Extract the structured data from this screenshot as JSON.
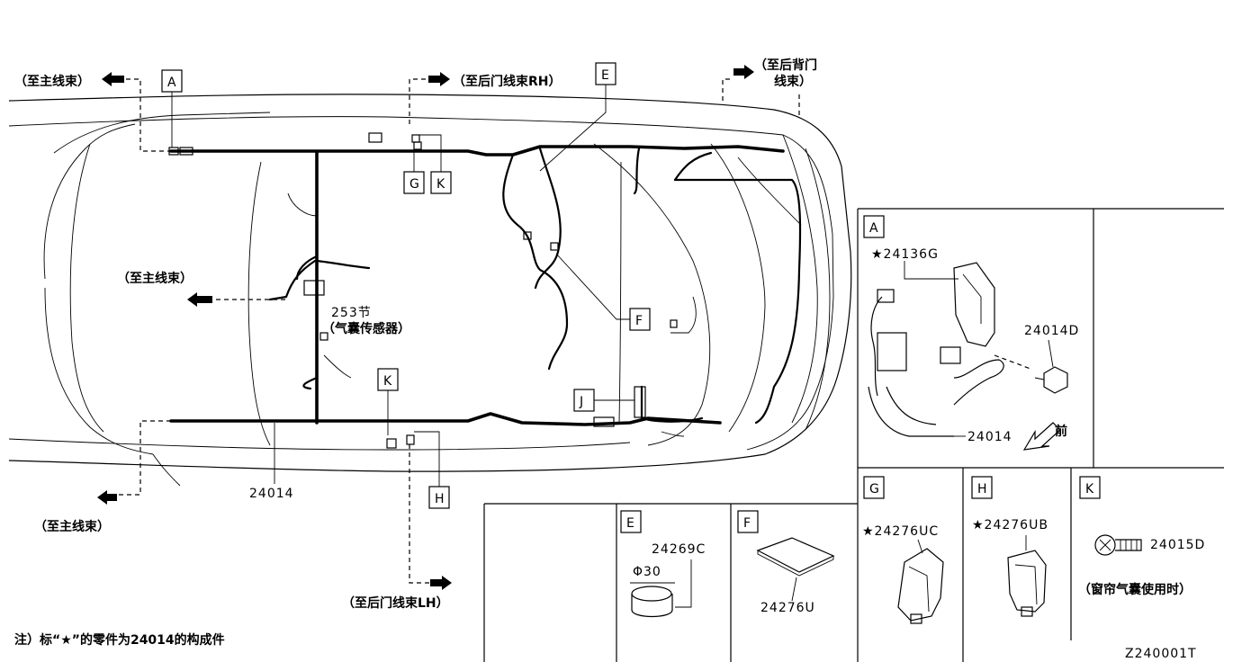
{
  "labels": {
    "to_main_top": "（至主线束）",
    "to_rear_door_rh": "（至后门线束RH）",
    "to_back_door_line1": "（至后背门",
    "to_back_door_line2": "线束）",
    "to_main_mid": "（至主线束）",
    "sensor_line1": "253节",
    "sensor_line2": "（气囊传感器）",
    "to_main_bottom": "（至主线束）",
    "to_rear_door_lh": "（至后门线束LH）",
    "front": "前",
    "curtain_airbag": "（窗帘气囊使用时）",
    "note": "注）标“★”的零件为24014的构成件",
    "diagram_code": "Z240001T"
  },
  "callouts": {
    "A": "A",
    "E": "E",
    "G": "G",
    "K": "K",
    "F": "F",
    "J": "J",
    "H": "H"
  },
  "parts": {
    "main_harness": "24014",
    "bracket": "★24136G",
    "bolt_a": "24014D",
    "harness_a": "24014",
    "clip_e": "24269C",
    "diameter": "Φ30",
    "pad_f": "24276U",
    "protector_g": "★24276UC",
    "protector_h": "★24276UB",
    "bolt_k": "24015D"
  }
}
